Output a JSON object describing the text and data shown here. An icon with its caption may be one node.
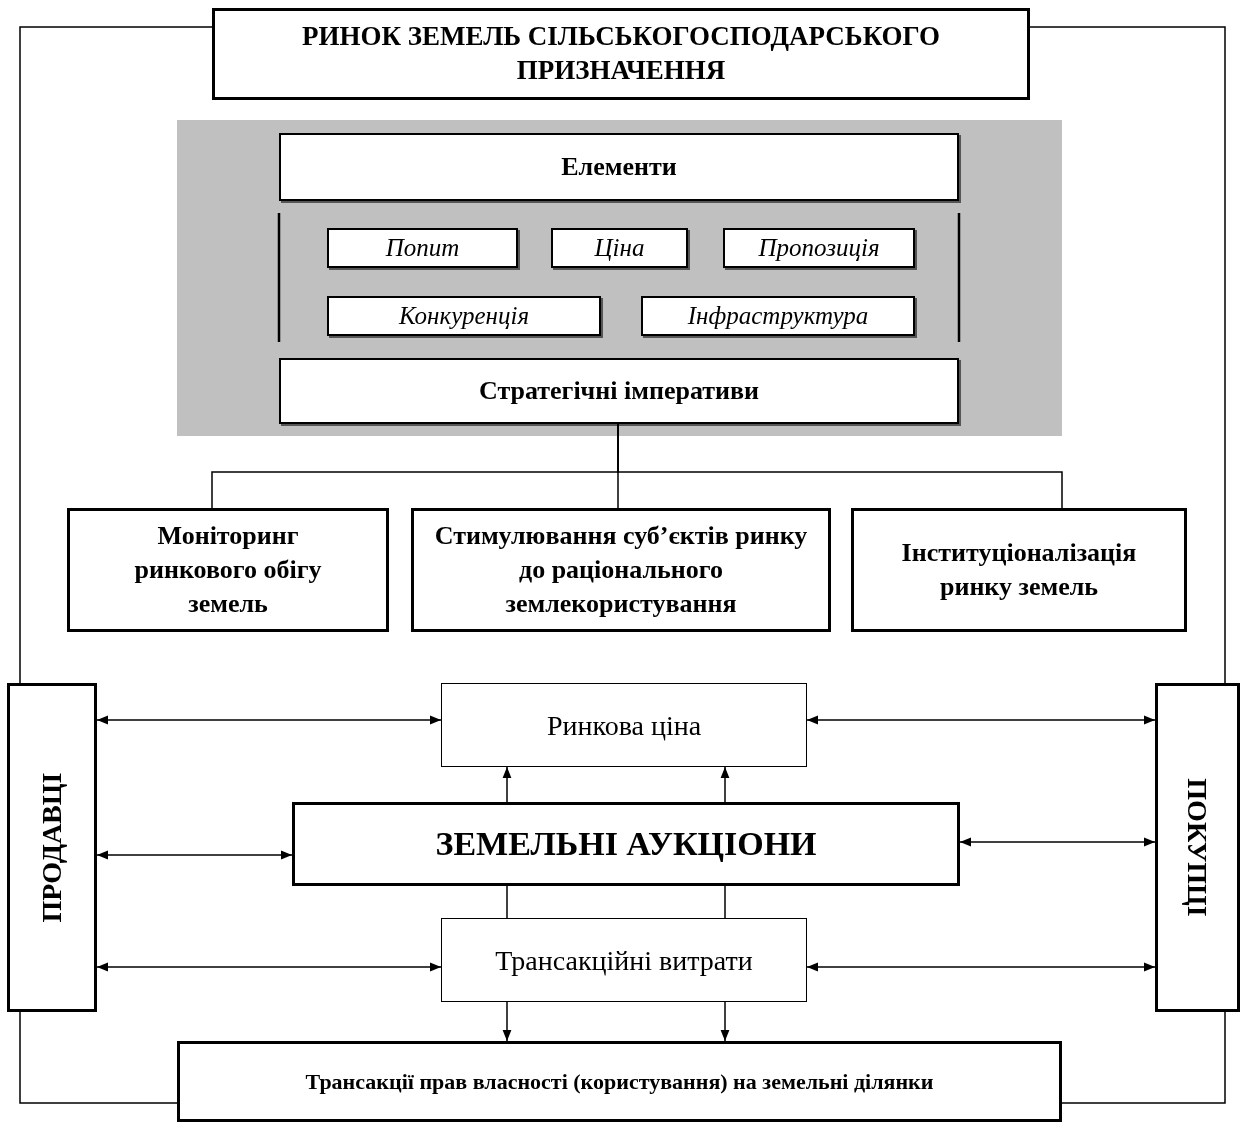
{
  "diagram": {
    "nodes": [
      {
        "text": [
          "РИНОК ЗЕМЕЛЬ СІЛЬСЬКОГОСПОДАРСЬКОГО ПРИЗНАЧЕННЯ"
        ]
      },
      {
        "text": [],
        "shape": "box"
      },
      {
        "text": [
          "Елементи"
        ],
        "in": 1
      },
      {
        "text": [
          "Попит"
        ],
        "in": 1
      },
      {
        "text": [
          "Ціна"
        ],
        "in": 1
      },
      {
        "text": [
          "Пропозиція"
        ],
        "in": 1
      },
      {
        "text": [
          "Конкуренція"
        ],
        "in": 1
      },
      {
        "text": [
          "Інфраструктура"
        ],
        "in": 1
      },
      {
        "text": [
          "Стратегічні імперативи"
        ],
        "in": 1
      },
      {
        "text": [
          "Моніторинг ринкового обігу земель"
        ]
      },
      {
        "text": [
          "Стимулювання суб’єктів ринку до раціонального землекористування"
        ]
      },
      {
        "text": [
          "Інституціоналізація ринку земель"
        ]
      },
      {
        "text": [
          "ПРОДАВЦІ"
        ]
      },
      {
        "text": [
          "Ринкова ціна"
        ]
      },
      {
        "text": [
          "ПОКУПЦІ"
        ]
      },
      {
        "text": [
          "ЗЕМЕЛЬНІ АУКЦІОНИ"
        ]
      },
      {
        "text": [
          "Трансакційні витрати"
        ]
      },
      {
        "text": [
          "Трансакції прав власності (користування) на земельні ділянки"
        ]
      }
    ],
    "edges": [
      {
        "from": 0,
        "to": 12,
        "arrow": "none"
      },
      {
        "from": 0,
        "to": 14,
        "arrow": "none"
      },
      {
        "from": 8,
        "to": 9,
        "arrow": "none"
      },
      {
        "from": 8,
        "to": 10,
        "arrow": "none"
      },
      {
        "from": 8,
        "to": 11,
        "arrow": "none"
      },
      {
        "from": 12,
        "to": 13,
        "arrow": "both"
      },
      {
        "from": 13,
        "to": 14,
        "arrow": "both"
      },
      {
        "from": 12,
        "to": 15,
        "arrow": "both"
      },
      {
        "from": 15,
        "to": 14,
        "arrow": "both"
      },
      {
        "from": 15,
        "to": 13,
        "arrow": "to"
      },
      {
        "from": 15,
        "to": 13,
        "arrow": "to"
      },
      {
        "from": 15,
        "to": 16,
        "arrow": "none"
      },
      {
        "from": 15,
        "to": 16,
        "arrow": "none"
      },
      {
        "from": 12,
        "to": 16,
        "arrow": "both"
      },
      {
        "from": 16,
        "to": 14,
        "arrow": "both"
      },
      {
        "from": 16,
        "to": 17,
        "arrow": "to"
      },
      {
        "from": 16,
        "to": 17,
        "arrow": "to"
      },
      {
        "from": 12,
        "to": 17,
        "arrow": "none"
      },
      {
        "from": 14,
        "to": 17,
        "arrow": "none"
      }
    ]
  }
}
